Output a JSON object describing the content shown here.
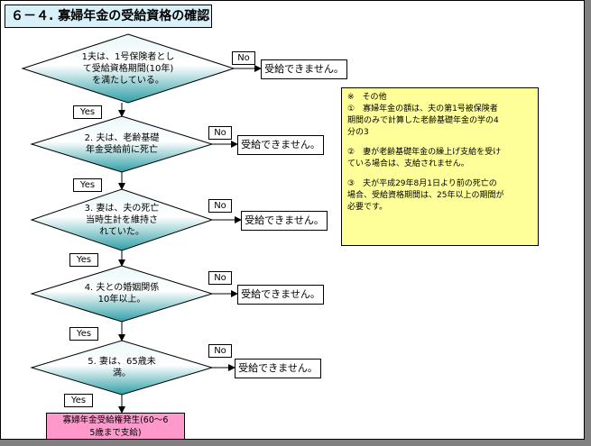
{
  "title": "６－４. 寡婦年金の受給資格の確認",
  "yes_label": "Yes",
  "no_label": "No",
  "result_text": "受給できません。",
  "conditions": [
    [
      "1夫は、1号保険者とし",
      "て受給資格期間(10年)",
      "を満たしている。"
    ],
    [
      "2. 夫は、老齢基礎",
      "年金受給前に死亡"
    ],
    [
      "3. 妻は、夫の死亡",
      "当時生計を維持さ",
      "れていた。"
    ],
    [
      "4. 夫との婚姻関係",
      "10年以上。"
    ],
    [
      "5. 妻は、65歳未",
      "満。"
    ]
  ],
  "final_box": [
    "寡婦年金受給権発生(60～6",
    "5歳まで支給)"
  ],
  "note": {
    "heading": "※　その他",
    "items": [
      [
        "①　寡婦年金の額は、夫の第1号被保険者",
        "期間のみで計算した老齢基礎年金の学の4",
        "分の3"
      ],
      [
        "②　妻が老齢基礎年金の繰上げ支給を受け",
        "ている場合は、支給されません。"
      ],
      [
        "③　夫が平成29年8月1日より前の死亡の",
        "場合、受給資格期間は、25年以上の期間が",
        "必要です。"
      ]
    ]
  },
  "colors": {
    "diamond_fill": "#2f9fa6",
    "title_fill": "#d8f0f8",
    "note_fill": "#ffff99",
    "final_fill": "#ff99cc"
  }
}
